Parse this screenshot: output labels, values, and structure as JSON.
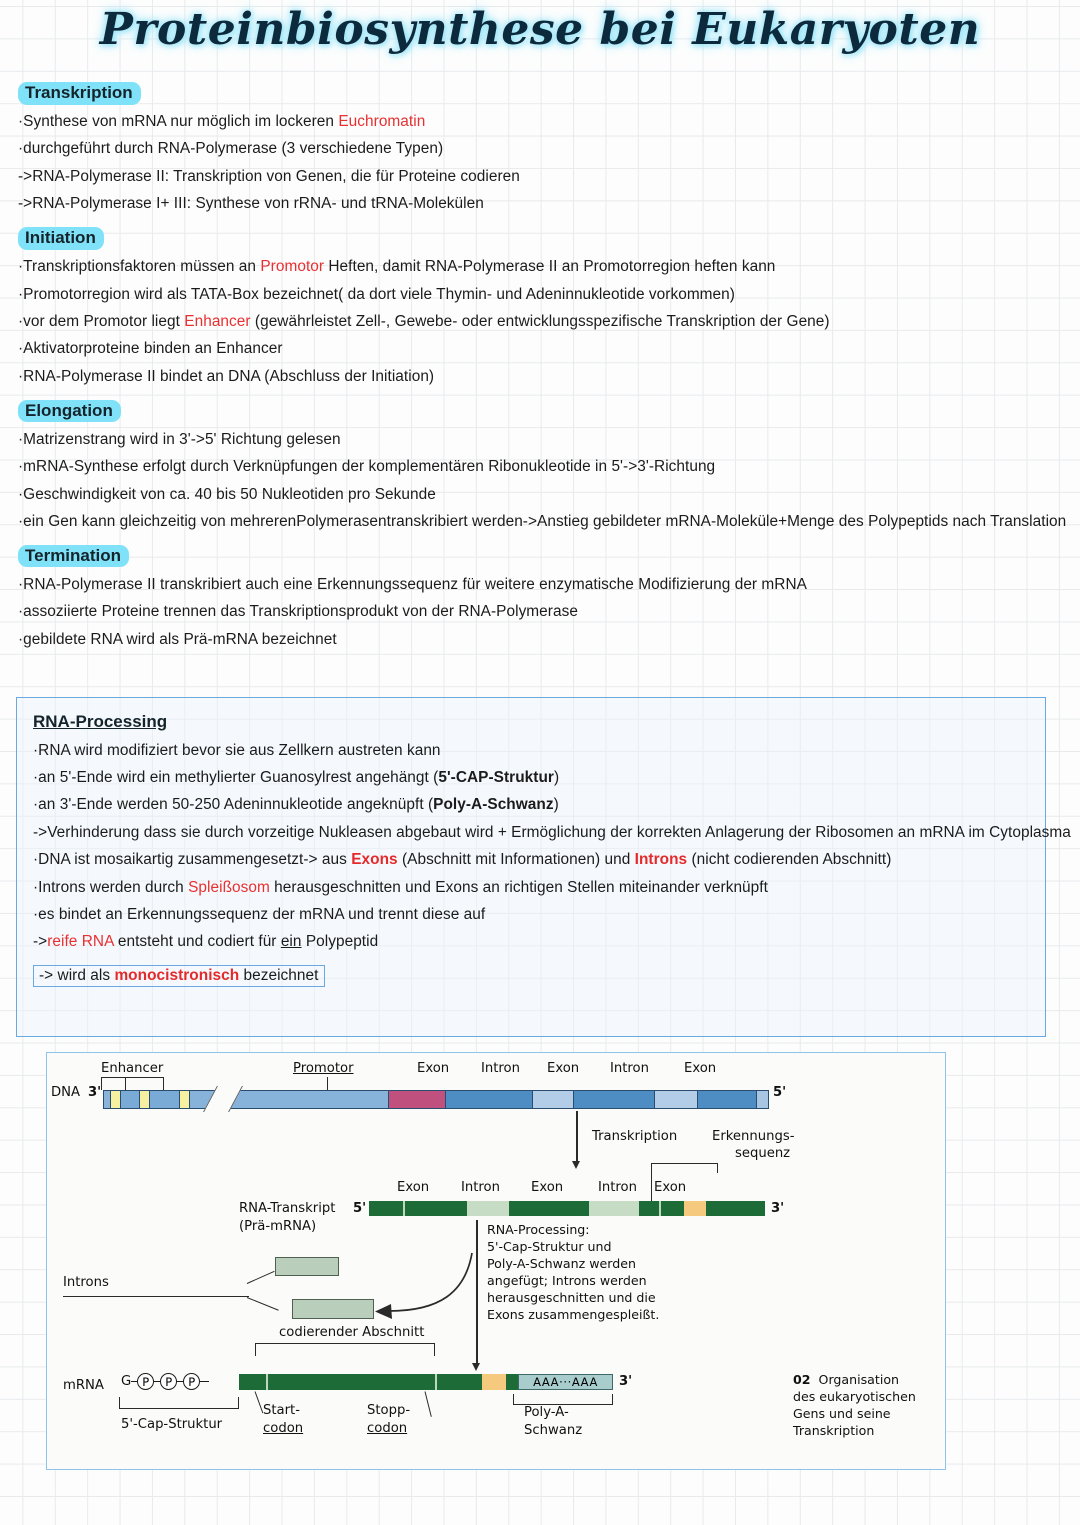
{
  "title": "Proteinbiosynthese bei Eukaryoten",
  "sections": [
    {
      "heading": "Transkription",
      "lines": [
        "·Synthese von mRNA nur möglich im lockeren ",
        "·durchgeführt durch RNA-Polymerase (3 verschiedene Typen)",
        "->RNA-Polymerase II: Transkription von Genen, die für Proteine codieren",
        "->RNA-Polymerase I+ III: Synthese von rRNA- und tRNA-Molekülen"
      ]
    },
    {
      "heading": "Initiation",
      "lines": [
        "·Transkriptionsfaktoren müssen an ",
        "·Promotorregion wird als TATA-Box bezeichnet( da dort viele Thymin- und Adeninnukleotide vorkommen)",
        "·vor dem Promotor liegt ",
        "·Aktivatorproteine binden an Enhancer",
        "·RNA-Polymerase II bindet an DNA (Abschluss der Initiation)"
      ]
    },
    {
      "heading": "Elongation",
      "lines": [
        "·Matrizenstrang wird in 3'->5' Richtung gelesen",
        "·mRNA-Synthese erfolgt durch Verknüpfungen der komplementären Ribonukleotide in 5'->3'-Richtung",
        "·Geschwindigkeit von ca. 40 bis 50 Nukleotiden pro Sekunde",
        "·ein Gen kann gleichzeitig von mehrerenPolymerasentranskribiert werden->Anstieg gebildeter mRNA-Moleküle+Menge des Polypeptids nach Translation"
      ]
    },
    {
      "heading": "Termination",
      "lines": [
        "·RNA-Polymerase II transkribiert auch eine Erkennungssequenz für weitere enzymatische Modifizierung der mRNA",
        "·assoziierte Proteine trennen das Transkriptionsprodukt von der RNA-Polymerase",
        "·gebildete RNA wird als Prä-mRNA bezeichnet"
      ]
    }
  ],
  "inline": {
    "euchromatin": "Euchromatin",
    "promotor": "Promotor",
    "promotor_rest": " Heften, damit RNA-Polymerase II an Promotorregion heften kann",
    "enhancer": "Enhancer",
    "enhancer_rest": " (gewährleistet Zell-, Gewebe- oder entwicklungsspezifische Transkription der Gene)",
    "exons": "Exons",
    "introns": "Introns",
    "spleissosom": "Spleißosom",
    "reife_rna": "reife RNA",
    "monocistronisch": "monocistronisch",
    "cap_struktur": "5'-CAP-Struktur",
    "poly_a": "Poly-A-Schwanz"
  },
  "processing": {
    "title": "RNA-Processing",
    "l1": "·RNA wird modifiziert bevor sie aus Zellkern austreten kann",
    "l2a": "·an 5'-Ende wird ein methylierter Guanosylrest angehängt (",
    "l2b": ")",
    "l3a": "·an 3'-Ende werden 50-250 Adeninnukleotide angeknüpft (",
    "l3b": ")",
    "l4": "->Verhinderung dass sie durch vorzeitige Nukleasen abgebaut wird + Ermöglichung der korrekten Anlagerung der Ribosomen an mRNA im Cytoplasma",
    "l5a": "·DNA ist mosaikartig zusammengesetzt-> aus ",
    "l5b": " (Abschnitt mit Informationen) und ",
    "l5c": " (nicht codierenden Abschnitt)",
    "l6a": "·Introns werden durch ",
    "l6b": " herausgeschnitten und Exons an richtigen Stellen miteinander verknüpft",
    "l7": "·es bindet an Erkennungssequenz der mRNA und trennt diese auf",
    "l8a": "->",
    "l8b": " entsteht und codiert für ",
    "l8c": "ein",
    "l8d": " Polypeptid",
    "l9a": "-> wird als ",
    "l9b": " bezeichnet"
  },
  "figure": {
    "dna_label": "DNA",
    "dna_3prime": "3'",
    "dna_5prime": "5'",
    "enhancer": "Enhancer",
    "promotor": "Promotor",
    "exon": "Exon",
    "intron": "Intron",
    "transkription": "Transkription",
    "erkennungs_1": "Erkennungs-",
    "erkennungs_2": "sequenz",
    "rna_transkript_1": "RNA-Transkript",
    "rna_transkript_2": "(Prä-mRNA)",
    "rna_5prime": "5'",
    "rna_3prime": "3'",
    "introns_label": "Introns",
    "processing_note": "RNA-Processing:\n5'-Cap-Struktur und\nPoly-A-Schwanz werden\nangefügt; Introns werden\nherausgeschnitten und die\nExons zusammengespleißt.",
    "codierender": "codierender Abschnitt",
    "mrna_label": "mRNA",
    "g": "G",
    "p": "P",
    "poly_a_seq": "AAA···AAA",
    "mrna_3prime": "3'",
    "cap_label": "5'-Cap-Struktur",
    "start_1": "Start-",
    "start_2": "codon",
    "stopp_1": "Stopp-",
    "stopp_2": "codon",
    "polya_1": "Poly-A-",
    "polya_2": "Schwanz",
    "caption_num": "02",
    "caption_1": "Organisation",
    "caption_2": "des eukaryotischen",
    "caption_3": "Gens und seine",
    "caption_4": "Transkription"
  },
  "colors": {
    "highlight": "#7fe2f8",
    "red": "#e83030",
    "dna_blue": "#5a92c8",
    "dna_light": "#9dc2e2",
    "dna_dark": "#3f7cba",
    "promotor_pink": "#c0507e",
    "enhancer_yellow": "#f7f0a0",
    "rna_green": "#1d6b37",
    "rna_light": "#bcd9bf",
    "recog_orange": "#f5c97e",
    "polya_teal": "#a8cdcc",
    "box_border": "#6aa9e0"
  }
}
